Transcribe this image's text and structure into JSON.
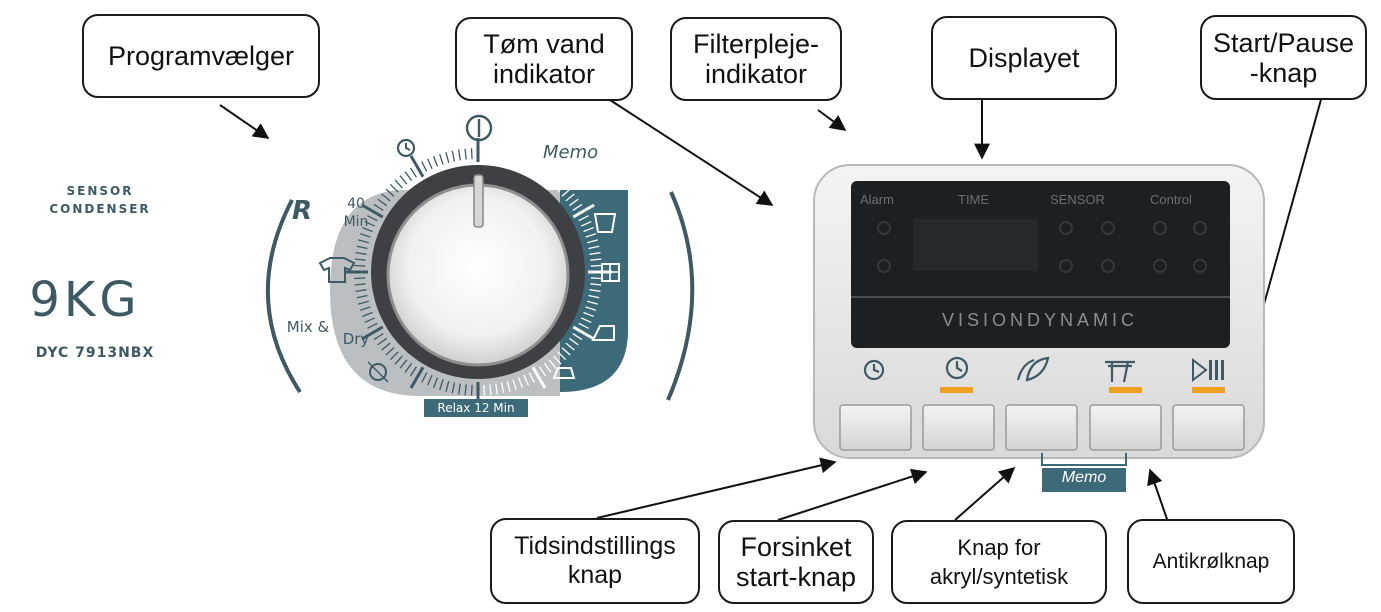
{
  "callouts": {
    "programvaelger": "Programvælger",
    "toem_vand": "Tøm vand\nindikator",
    "filterpleje": "Filterpleje-\nindikator",
    "displayet": "Displayet",
    "start_pause": "Start/Pause\n-knap",
    "tidsindstilling": "Tidsindstillings\nknap",
    "forsinket": "Forsinket\nstart-knap",
    "akryl": "Knap for\nakryl/syntetisk",
    "antikroel": "Antikrølknap"
  },
  "brand": {
    "line1": "SENSOR",
    "line2": "CONDENSER",
    "capacity": "9KG",
    "model": "DYC 7913NBX"
  },
  "dial": {
    "top_symbol": "I",
    "memo": "Memo",
    "relax": "Relax 12 Min",
    "min40": "40",
    "min40_unit": "Min",
    "mix": "Mix &",
    "dry": "Dry",
    "r_symbol": "R"
  },
  "display": {
    "alarm": "Alarm",
    "time": "TIME",
    "sensor": "SENSOR",
    "control": "Control",
    "brandline": "VISIONDYNAMIC"
  },
  "memo_tag": "Memo",
  "colors": {
    "teal": "#3d6a78",
    "grey_band": "#b4b8ba",
    "indicator_orange": "#f0a020",
    "panel_dark": "#1d2023",
    "outline": "#1a1a1a"
  },
  "icons": {
    "dial": [
      "clock-icon",
      "power-icon",
      "r-icon",
      "shirt-icon",
      "mix-dry-icon",
      "wool-icon",
      "bucket-icon",
      "grid-icon",
      "iron-icon",
      "iron-cup-icon"
    ],
    "panel_buttons": [
      "timer-icon",
      "delayed-start-icon",
      "feather-icon",
      "anti-crease-icon",
      "play-pause-icon"
    ]
  }
}
